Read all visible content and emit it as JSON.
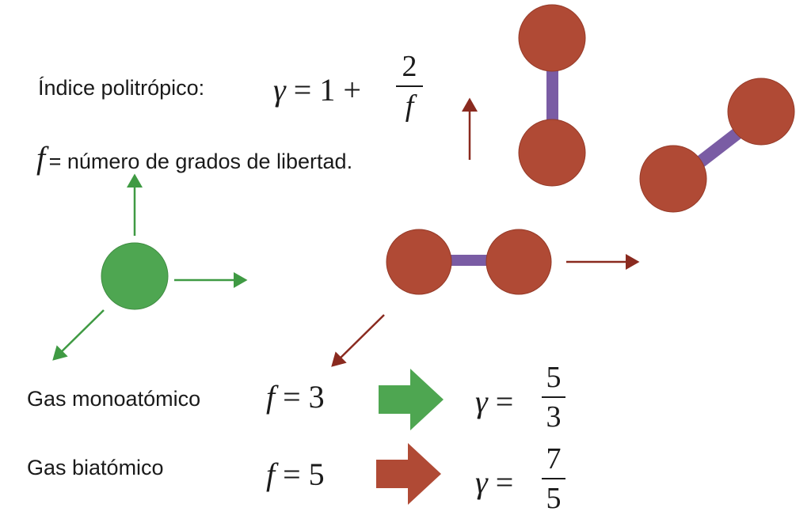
{
  "header": {
    "index_label": "Índice politrópico:",
    "gamma_symbol": "γ",
    "equals": "=",
    "one_plus": "1 +",
    "frac_numerator": "2",
    "frac_denominator": "f",
    "f_symbol": "f",
    "f_definition": "= número de grados de libertad."
  },
  "cases": [
    {
      "label": "Gas monoatómico",
      "f_symbol": "f",
      "f_value": "= 3",
      "gamma_symbol": "γ",
      "equals": "=",
      "numerator": "5",
      "denominator": "3",
      "arrow_color": "#4ea651"
    },
    {
      "label": "Gas biatómico",
      "f_symbol": "f",
      "f_value": "= 5",
      "gamma_symbol": "γ",
      "equals": "=",
      "numerator": "7",
      "denominator": "5",
      "arrow_color": "#b04a35"
    }
  ],
  "colors": {
    "atom_green": "#4ea651",
    "arrow_green": "#3f9a43",
    "atom_red": "#b04a35",
    "arrow_red": "#8a2a1f",
    "bond_purple": "#7a5ca4"
  }
}
